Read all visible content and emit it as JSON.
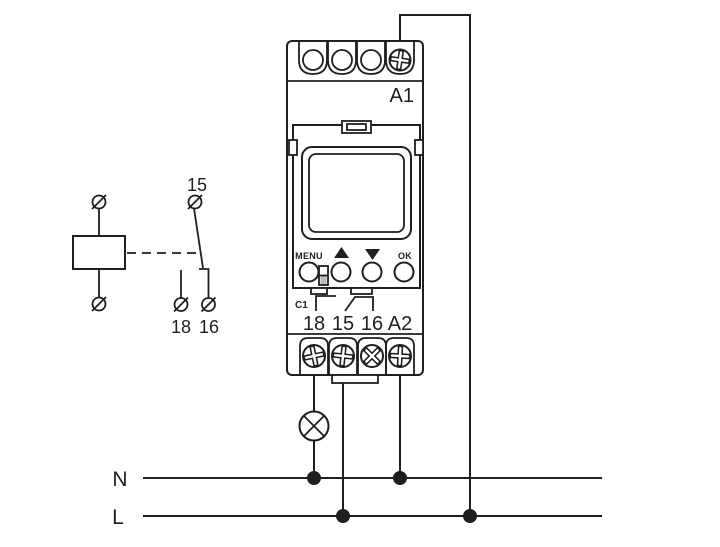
{
  "colors": {
    "ink": "#1f1f1f",
    "background": "#ffffff"
  },
  "icons": {
    "lamp": "lamp-icon",
    "up_arrow": "up-arrow-icon",
    "down_arrow": "down-arrow-icon",
    "phillips_screw": "phillips-screw-icon",
    "cross_slot_screw": "cross-slot-screw-icon",
    "terminal_circle": "terminal-circle-icon"
  },
  "schematic": {
    "contact_top_label": "15",
    "contact_bottom_left_label": "18",
    "contact_bottom_right_label": "16"
  },
  "device": {
    "supply_terminal_label": "A1",
    "menu_button_label": "MENU",
    "ok_button_label": "OK",
    "contact_group_label": "C1",
    "terminal_labels": {
      "no": "18",
      "common": "15",
      "nc": "16",
      "supply": "A2"
    }
  },
  "power_rails": {
    "neutral_label": "N",
    "line_label": "L"
  }
}
